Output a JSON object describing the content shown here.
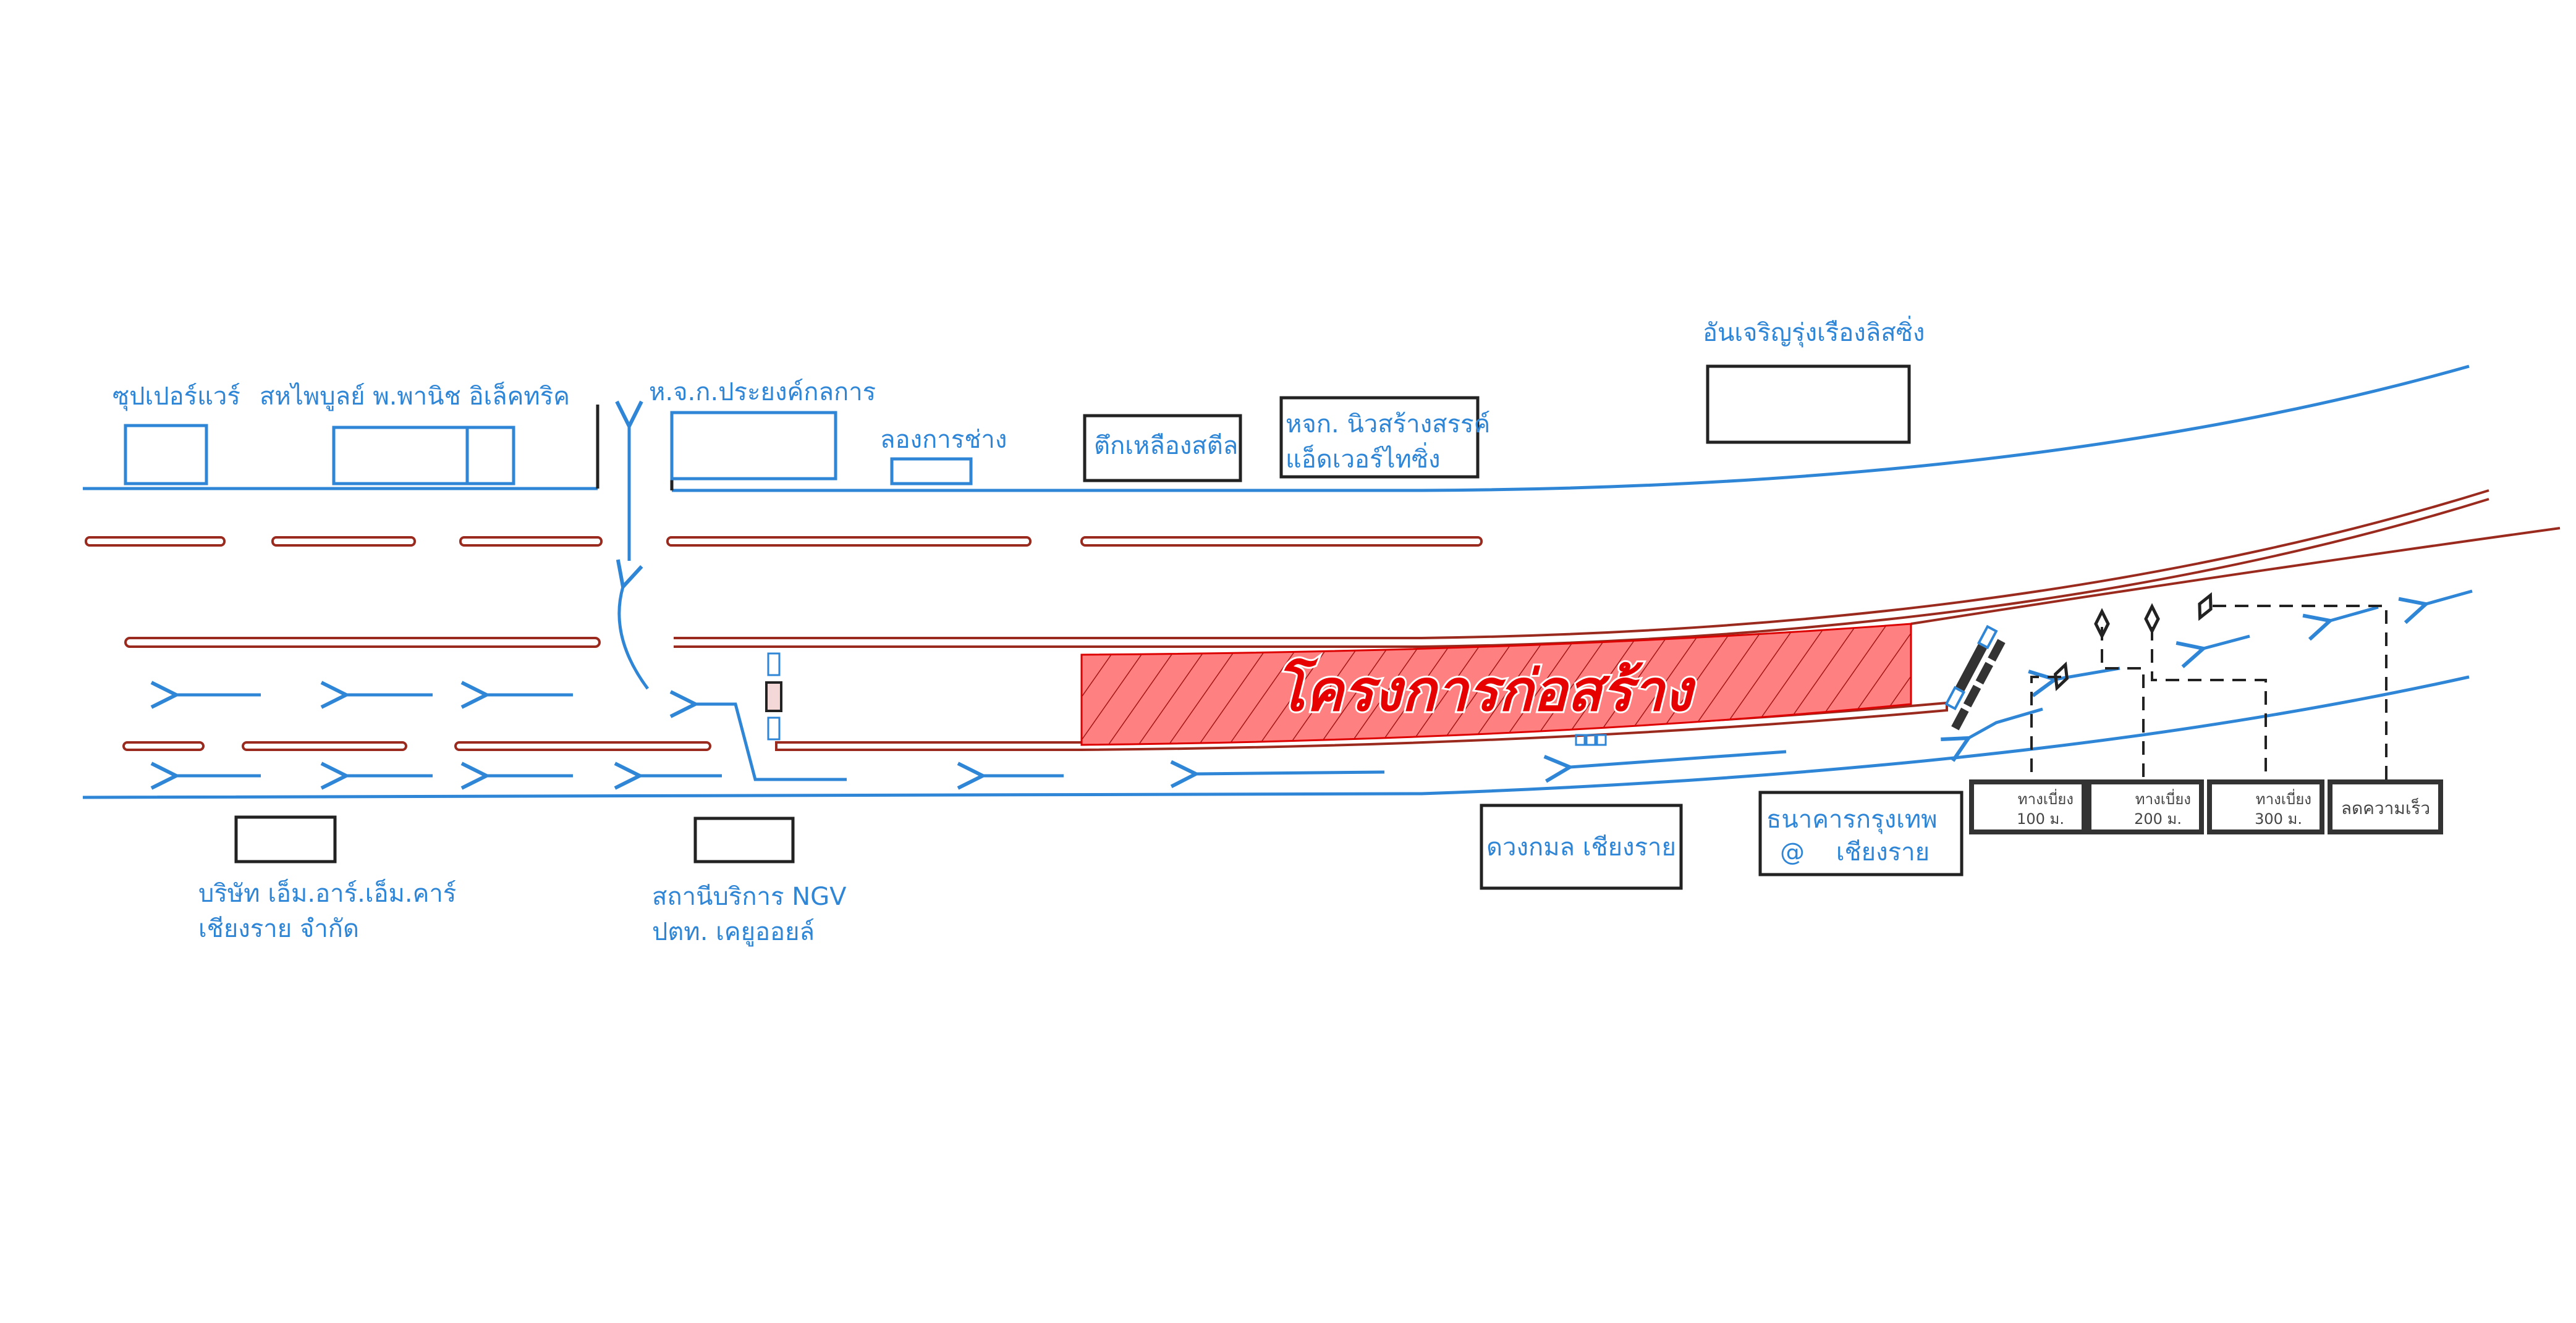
{
  "project_label": "โครงการก่อสร้าง",
  "colors": {
    "road_edge": "#2f86d6",
    "lane": "#9b2a1e",
    "construction": "#ff8080",
    "title": "#e60000"
  },
  "north_buildings": [
    {
      "name": "ซุปเปอร์แวร์"
    },
    {
      "name": "สหไพบูลย์ พ.พานิช อิเล็คทริค"
    },
    {
      "name": "ห.จ.ก.ประยงค์กลการ"
    },
    {
      "name": "ลองการช่าง"
    },
    {
      "name": "ตึกเหลืองสตีล"
    },
    {
      "name_line1": "หจก. นิวสร้างสรรค์",
      "name_line2": "แอ็ดเวอร์ไทซิ่ง"
    },
    {
      "name": "อันเจริญรุ่งเรืองลิสซิ่ง"
    }
  ],
  "south_buildings": [
    {
      "name_line1": "บริษัท เอ็ม.อาร์.เอ็ม.คาร์",
      "name_line2": "เชียงราย จำกัด"
    },
    {
      "name_line1": "สถานีบริการ NGV",
      "name_line2": "ปตท. เคยูออยล์"
    },
    {
      "name": "ดวงกมล เชียงราย"
    },
    {
      "name_line1": "ธนาคารกรุงเทพ",
      "name_line2": "@    เชียงราย"
    }
  ],
  "signs": [
    {
      "line1": "ทางเบี่ยง",
      "line2": "100 ม."
    },
    {
      "line1": "ทางเบี่ยง",
      "line2": "200 ม."
    },
    {
      "line1": "ทางเบี่ยง",
      "line2": "300 ม."
    },
    {
      "line1": "ลดความเร็ว"
    }
  ]
}
